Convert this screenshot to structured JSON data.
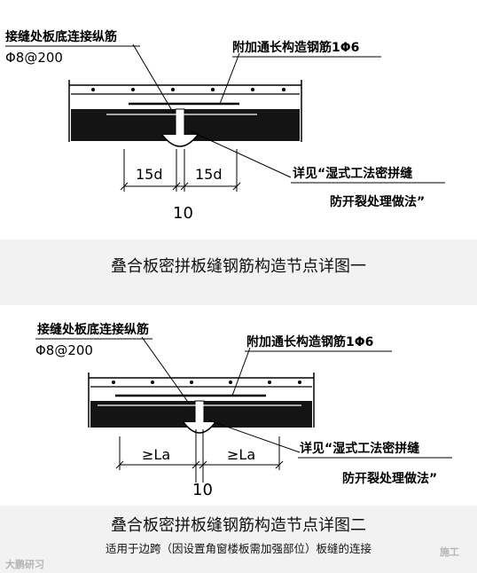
{
  "figure1": {
    "label_bottom_rebar": "接缝处板底连接纵筋",
    "label_bottom_rebar_spec": "Φ8@200",
    "label_additional_rebar": "附加通长构造钢筋1Φ6",
    "label_see_ref_1": "详见“湿式工法密拼缝",
    "label_see_ref_2": "防开裂处理做法”",
    "dim_left": "15d",
    "dim_right": "15d",
    "dim_gap": "10",
    "caption": "叠合板密拼板缝钢筋构造节点详图一"
  },
  "figure2": {
    "label_bottom_rebar": "接缝处板底连接纵筋",
    "label_bottom_rebar_spec": "Φ8@200",
    "label_additional_rebar": "附加通长构造钢筋1Φ6",
    "label_see_ref_1": "详见“湿式工法密拼缝",
    "label_see_ref_2": "防开裂处理做法”",
    "dim_left": "≥La",
    "dim_right": "≥La",
    "dim_gap": "10",
    "caption": "叠合板密拼板缝钢筋构造节点详图二",
    "subcaption": "适用于边跨（因设置角窗楼板需加强部位）板缝的连接"
  },
  "watermarks": {
    "left": "大鹏研习",
    "right": "施工"
  }
}
